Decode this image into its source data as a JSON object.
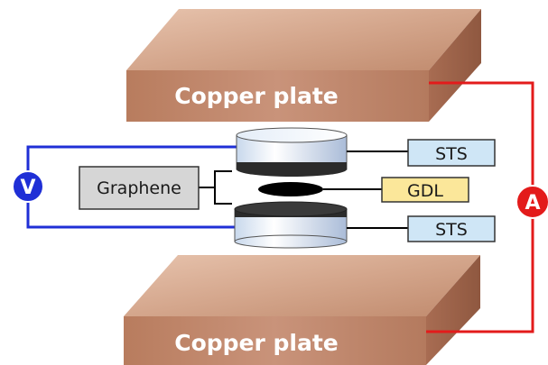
{
  "plates": {
    "top_label": "Copper plate",
    "bottom_label": "Copper plate"
  },
  "components": {
    "sts_top": "STS",
    "gdl": "GDL",
    "sts_bottom": "STS",
    "graphene": "Graphene"
  },
  "meters": {
    "voltmeter": "V",
    "ammeter": "A"
  },
  "colors": {
    "voltmeter_circuit": "#1f2fd6",
    "ammeter_circuit": "#e31b1b",
    "sts_fill": "#cfe6f6",
    "gdl_fill": "#fbe79a",
    "graphene_fill": "#d6d6d6",
    "copper": "#c99274"
  }
}
